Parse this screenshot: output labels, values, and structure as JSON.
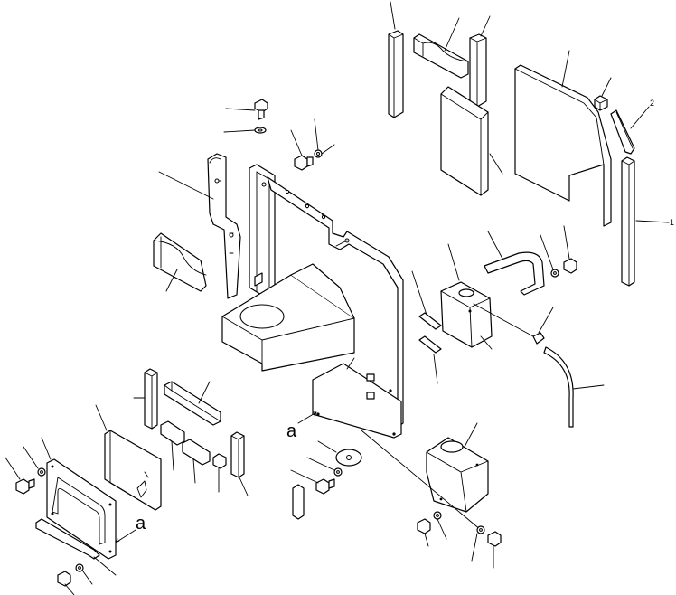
{
  "diagram": {
    "callout_a_left": "a",
    "callout_a_bottom": "a",
    "ref_mark": "1",
    "ref_mark_2": "2"
  }
}
